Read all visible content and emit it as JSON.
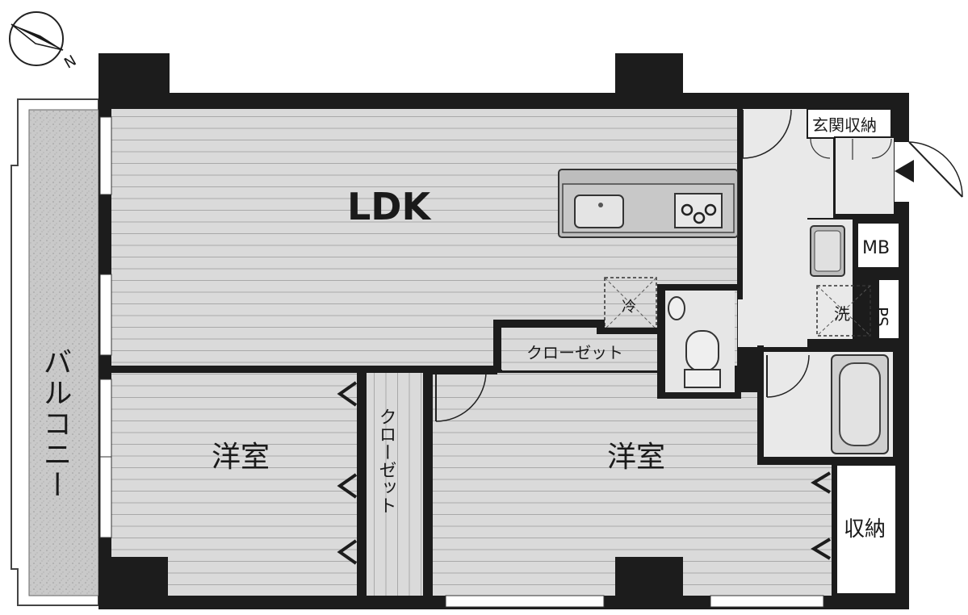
{
  "compass": {
    "north_label": "N"
  },
  "rooms": {
    "ldk": "LDK",
    "balcony": "バルコニー",
    "bedroom_left": "洋室",
    "bedroom_right": "洋室",
    "closet_vertical": "クローゼット",
    "closet_horizontal": "クローゼット",
    "entrance_storage": "玄関収納",
    "storage": "収納",
    "mb": "MB",
    "ps": "PS",
    "fridge": "冷",
    "washer": "洗"
  },
  "colors": {
    "wall": "#1c1c1c",
    "floor": "#d9d9d9",
    "floor_line": "#a8a8a8",
    "wet_area": "#e6e6e6",
    "balcony": "#c4c4c4"
  }
}
